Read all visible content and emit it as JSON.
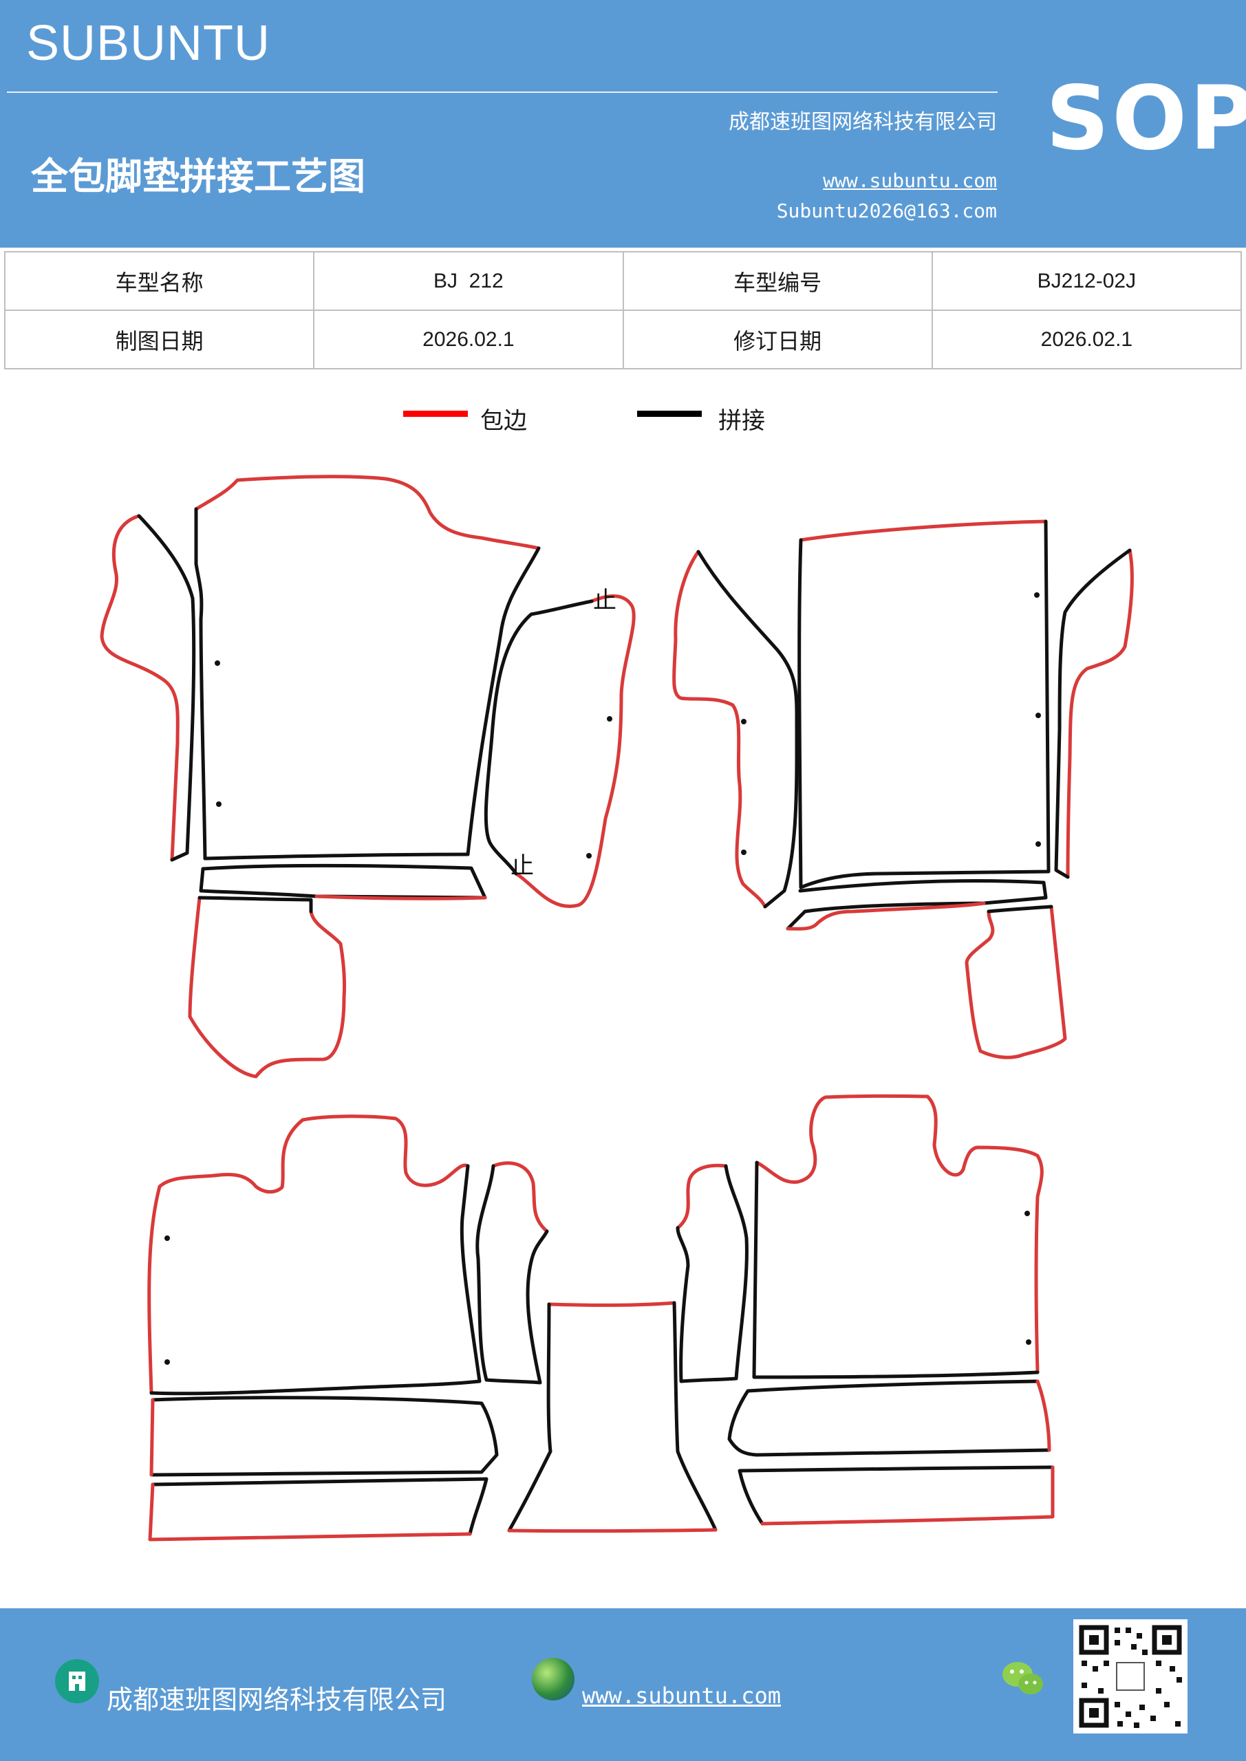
{
  "header": {
    "brand": "SUBUNTU",
    "sop": "SOP",
    "company": "成都速班图网络科技有限公司",
    "title": "全包脚垫拼接工艺图",
    "website": "www.subuntu.com",
    "email": "Subuntu2026@163.com"
  },
  "info": {
    "rows": [
      {
        "label1": "车型名称",
        "value1": "BJ  212",
        "label2": "车型编号",
        "value2": "BJ212-02J"
      },
      {
        "label1": "制图日期",
        "value1": "2026.02.1",
        "label2": "修订日期",
        "value2": "2026.02.1"
      }
    ]
  },
  "legend": {
    "edge_label": "包边",
    "edge_color": "#ff0000",
    "seam_label": "拼接",
    "seam_color": "#000000"
  },
  "marks": {
    "stop": "止"
  },
  "footer": {
    "company": "成都速班图网络科技有限公司",
    "website": "www.subuntu.com",
    "building_icon": "building-icon",
    "globe_icon": "globe-icon",
    "wechat_icon": "wechat-icon",
    "qr_icon": "qr-code-icon"
  },
  "colors": {
    "brand_blue": "#5b9bd5",
    "edge_red": "#d93a3a",
    "seam_black": "#111111"
  }
}
